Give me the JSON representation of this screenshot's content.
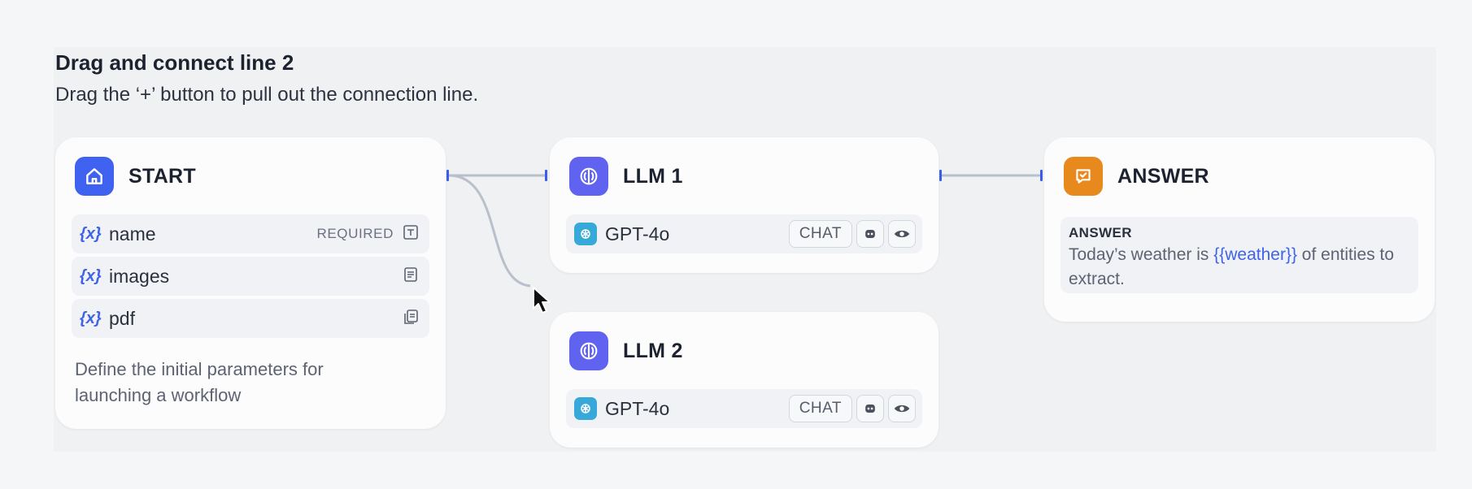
{
  "tutorial": {
    "title": "Drag and connect line 2",
    "instruction": "Drag the ‘+’ button to pull out the connection line."
  },
  "nodes": {
    "start": {
      "title": "START",
      "icon": "home-icon",
      "color": "#3f63f0",
      "variables": [
        {
          "symbol": "{x}",
          "name": "name",
          "badge": "REQUIRED",
          "type_icon": "text-input-icon"
        },
        {
          "symbol": "{x}",
          "name": "images",
          "badge": "",
          "type_icon": "paragraph-icon"
        },
        {
          "symbol": "{x}",
          "name": "pdf",
          "badge": "",
          "type_icon": "file-list-icon"
        }
      ],
      "description": "Define the initial parameters for launching a workflow"
    },
    "llm1": {
      "title": "LLM 1",
      "icon": "llm-brain-icon",
      "color": "#5f63f0",
      "model": "GPT-4o",
      "mode": "CHAT"
    },
    "llm2": {
      "title": "LLM 2",
      "icon": "llm-brain-icon",
      "color": "#5f63f0",
      "model": "GPT-4o",
      "mode": "CHAT"
    },
    "answer": {
      "title": "ANSWER",
      "icon": "answer-chat-icon",
      "color": "#e8891d",
      "label": "ANSWER",
      "text_before": "Today’s weather is ",
      "text_var": "{{weather}}",
      "text_after": " of entities to extract."
    }
  },
  "colors": {
    "handle": "#3b5cf0",
    "wire": "#b9bfcc",
    "variable": "#3f63e8"
  }
}
